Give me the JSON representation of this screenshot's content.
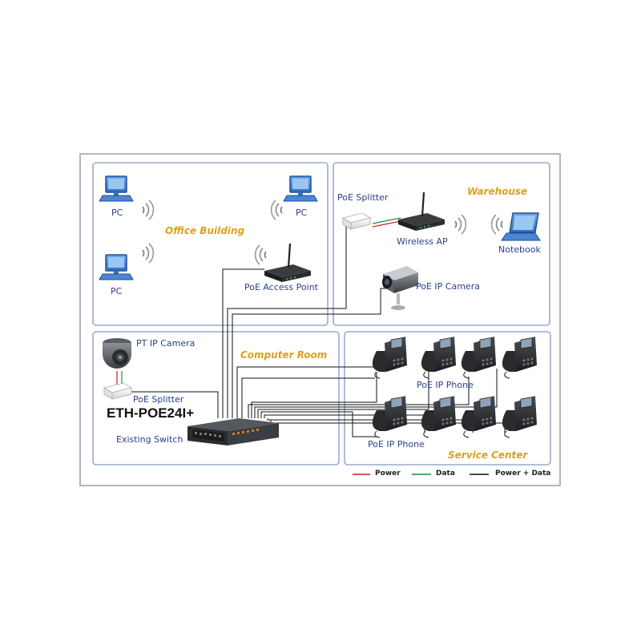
{
  "zones": {
    "office": "Office Building",
    "warehouse": "Warehouse",
    "computer_room": "Computer Room",
    "service_center": "Service Center"
  },
  "devices": {
    "pc": "PC",
    "poe_access_point": "PoE Access Point",
    "poe_splitter": "PoE Splitter",
    "wireless_ap": "Wireless AP",
    "notebook": "Notebook",
    "poe_ip_camera": "PoE IP Camera",
    "pt_ip_camera": "PT IP Camera",
    "model": "ETH-POE24I+",
    "existing_switch": "Existing Switch",
    "poe_ip_phone": "PoE IP Phone"
  },
  "legend": {
    "power": "Power",
    "data": "Data",
    "power_data": "Power + Data"
  },
  "colors": {
    "zone_border": "#9aaad0",
    "frame_border": "#b0b0b0",
    "zone_title": "#d9a21a",
    "label": "#2a3f8a",
    "power": "#cc2222",
    "data": "#22884a",
    "power_data": "#111111"
  }
}
